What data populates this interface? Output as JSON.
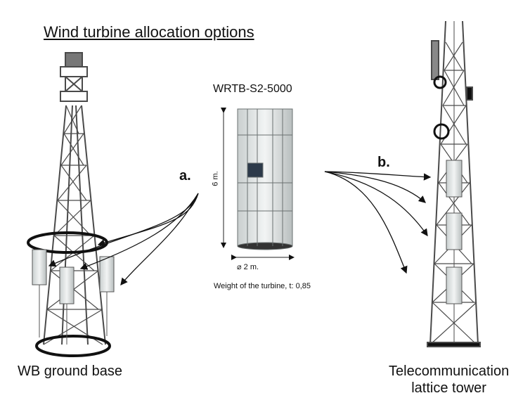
{
  "title": "Wind turbine allocation options",
  "turbine": {
    "model": "WRTB-S2-5000",
    "height_label": "6 m.",
    "diameter_label": "⌀ 2 m.",
    "weight_label": "Weight of the turbine, t: 0,85"
  },
  "options": {
    "a": "a.",
    "b": "b."
  },
  "captions": {
    "left": "WB ground base",
    "right_line1": "Telecommunication",
    "right_line2": "lattice tower"
  },
  "colors": {
    "steel": "#4a4a4a",
    "turbine_body": "#dfe3e3",
    "arrow": "#111111"
  }
}
